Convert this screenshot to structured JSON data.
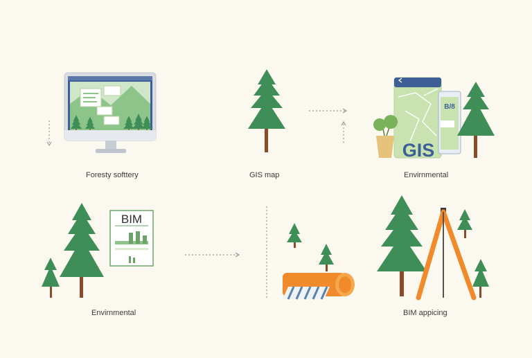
{
  "panels": [
    {
      "caption": "Foresty softtery"
    },
    {
      "caption": "GIS map"
    },
    {
      "caption": "Envirnmental"
    },
    {
      "caption": "Envirnmental"
    },
    {
      "caption": ""
    },
    {
      "caption": "BIM appicing"
    }
  ],
  "gis_card": {
    "title": "GIS",
    "phone_text": "B/8"
  },
  "bim_card": {
    "title": "BIM"
  },
  "colors": {
    "background": "#fbf8ef",
    "tree_green": "#3f8d57",
    "trunk_brown": "#8b4a2a",
    "screen_blue": "#3d5f95",
    "orange": "#f08a2b",
    "map_green": "#c9e3b0"
  },
  "icons": [
    "computer-monitor-icon",
    "pine-tree-icon",
    "map-tablet-icon",
    "potted-plant-icon",
    "phone-icon",
    "bim-document-icon",
    "log-roll-icon",
    "survey-tripod-icon",
    "dotted-arrow-icon"
  ]
}
